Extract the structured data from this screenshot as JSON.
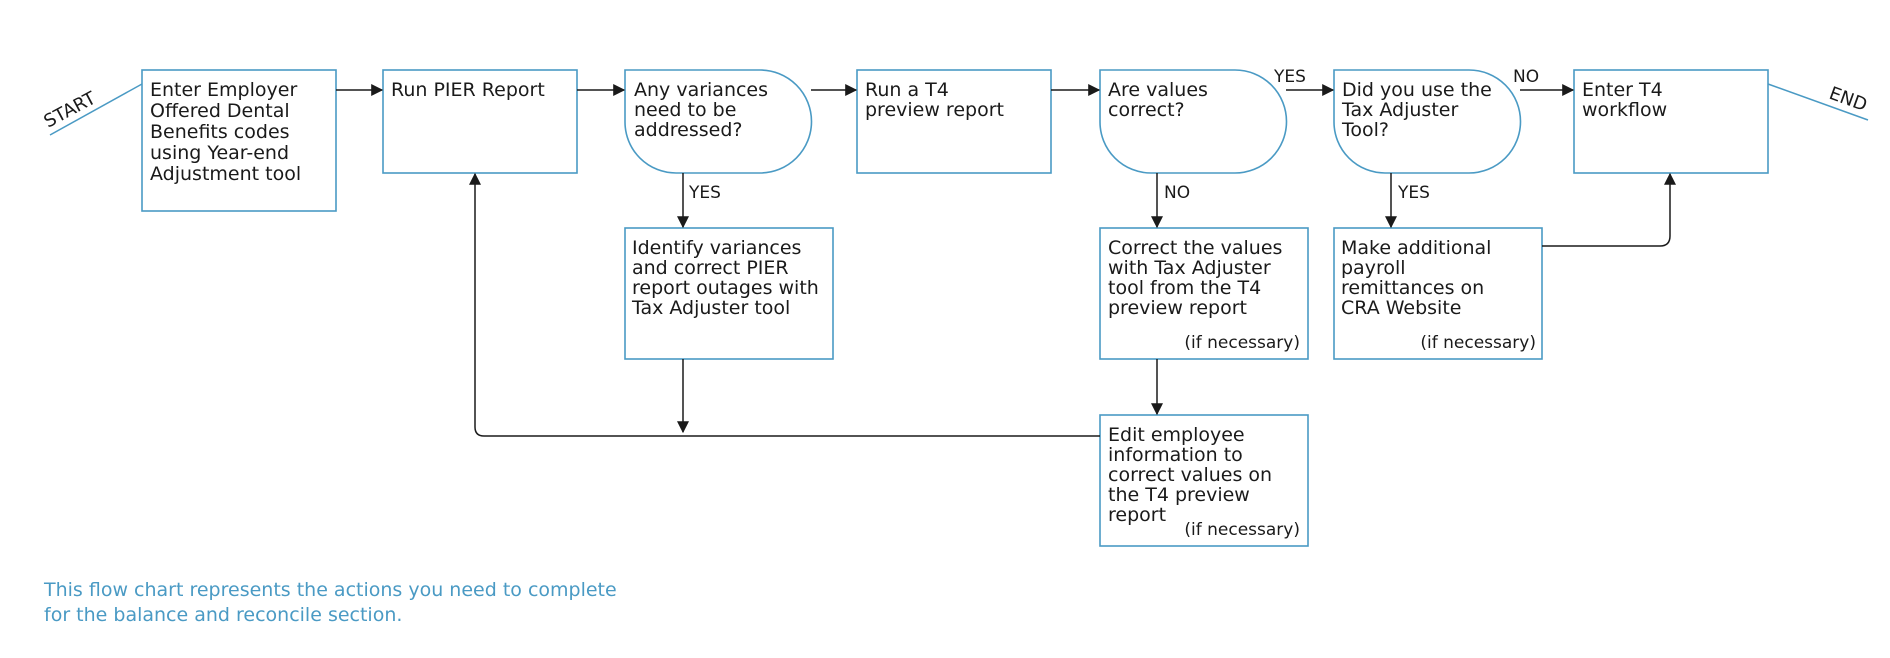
{
  "diagram": {
    "start_label": "START",
    "end_label": "END",
    "nodes": {
      "enter_codes": [
        "Enter Employer",
        "Offered Dental",
        "Benefits codes",
        "using Year-end",
        "Adjustment tool"
      ],
      "run_pier": [
        "Run PIER Report"
      ],
      "variances_decision": [
        "Any variances",
        "need to be",
        "addressed?"
      ],
      "identify_variances": [
        "Identify variances",
        "and correct PIER",
        "report outages with",
        "Tax Adjuster tool"
      ],
      "run_t4_preview": [
        "Run a T4",
        "preview report"
      ],
      "values_correct_decision": [
        "Are values",
        "correct?"
      ],
      "correct_values": [
        "Correct the values",
        "with Tax Adjuster",
        "tool from the T4",
        "preview report"
      ],
      "edit_employee": [
        "Edit employee",
        "information to",
        "correct values on",
        "the T4 preview",
        "report"
      ],
      "tax_adjuster_decision": [
        "Did you use the",
        "Tax Adjuster",
        "Tool?"
      ],
      "make_remittances": [
        "Make additional",
        "payroll",
        "remittances on",
        "CRA Website"
      ],
      "enter_t4_workflow": [
        "Enter T4",
        "workflow"
      ]
    },
    "notes": {
      "correct_values": "(if necessary)",
      "edit_employee": "(if necessary)",
      "make_remittances": "(if necessary)"
    },
    "edge_labels": {
      "variances_yes": "YES",
      "values_no": "NO",
      "values_yes": "YES",
      "tax_no": "NO",
      "tax_yes": "YES"
    }
  },
  "caption": {
    "line1": "This flow chart represents the actions you need to complete",
    "line2": "for the balance and reconcile section."
  }
}
